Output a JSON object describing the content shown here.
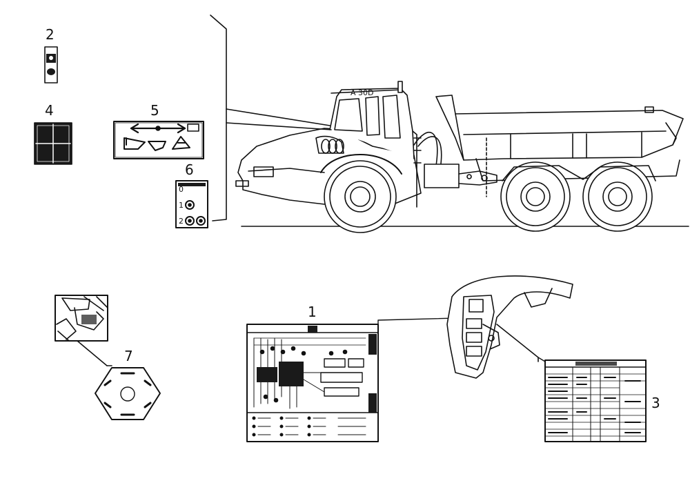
{
  "callouts": [
    {
      "number": "1"
    },
    {
      "number": "2"
    },
    {
      "number": "3"
    },
    {
      "number": "4"
    },
    {
      "number": "5"
    },
    {
      "number": "6"
    },
    {
      "number": "7"
    }
  ],
  "decal_6_labels": {
    "row_a": "0",
    "row_b": "1",
    "row_c": "2"
  },
  "colors": {
    "ink": "#111111",
    "background": "#ffffff",
    "dark_fill": "#1a1a1a"
  }
}
